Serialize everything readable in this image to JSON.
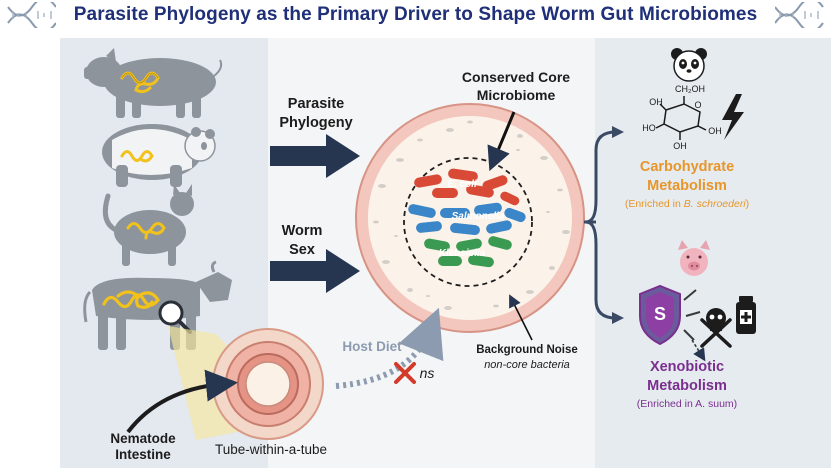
{
  "title": "Parasite Phylogeny as the Primary Driver to Shape Worm Gut Microbiomes",
  "drivers": {
    "phylogeny_line1": "Parasite",
    "phylogeny_line2": "Phylogeny",
    "sex_line1": "Worm",
    "sex_line2": "Sex"
  },
  "core": {
    "label_line1": "Conserved Core",
    "label_line2": "Microbiome",
    "taxa": [
      "E. coli",
      "Salmonella",
      "Klebsiella"
    ]
  },
  "noise": {
    "label": "Background Noise",
    "sublabel": "non-core bacteria"
  },
  "diet": {
    "label": "Host Diet",
    "ns": "ns"
  },
  "nematode": {
    "label_line1": "Nematode",
    "label_line2": "Intestine",
    "tube_label": "Tube-within-a-tube"
  },
  "glucose": {
    "ch2oh": "CH₂OH",
    "ho": "HO",
    "oh": "OH",
    "o": "O"
  },
  "carbohydrate": {
    "line1": "Carbohydrate",
    "line2": "Metabolism",
    "enriched_prefix": "(Enriched in ",
    "enriched_species": "B. schroederi",
    "enriched_suffix": ")"
  },
  "xenobiotic": {
    "line1": "Xenobiotic",
    "line2": "Metabolism",
    "enriched": "(Enriched in A. suum)",
    "shield_letter": "S"
  },
  "colors": {
    "title": "#1f2f78",
    "arrow": "#263650",
    "carb": "#e7962a",
    "xeno": "#7a2f8f",
    "ecoli": "#d94a36",
    "salmonella": "#3b86c8",
    "klebsiella": "#3b9a52",
    "tissue": "#f0b7ad"
  }
}
